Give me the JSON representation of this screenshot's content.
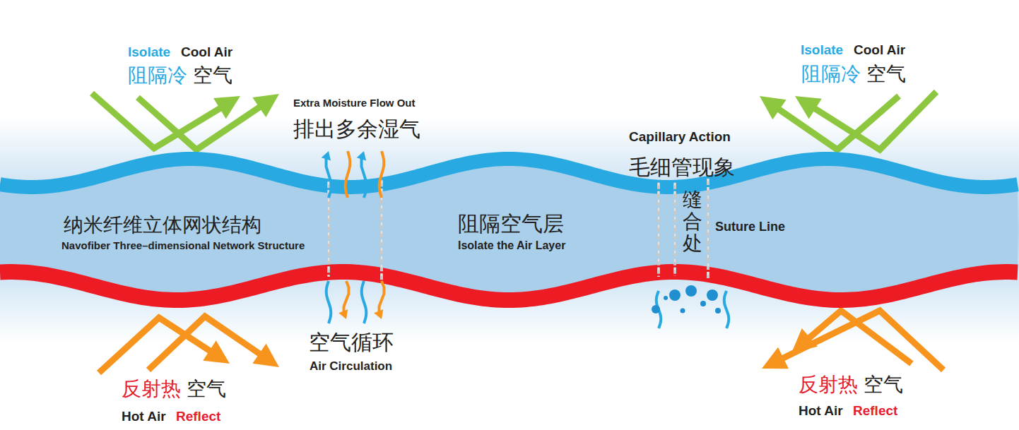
{
  "diagram": {
    "nodes": [
      {
        "text": [
          "纳米纤维立体网状结构",
          "Navofiber Three–dimensional Network Structure",
          "阻隔空气层",
          "Isolate the Air Layer",
          "缝合处",
          "Suture Line"
        ]
      }
    ],
    "labels": [
      "Isolate",
      "Cool Air",
      "阻隔冷",
      "空气",
      "Extra Moisture Flow Out",
      "排出多余湿气",
      "Capillary Action",
      "毛细管现象",
      "Isolate",
      "Cool Air",
      "阻隔冷",
      "空气",
      "空气循环",
      "Air Circulation",
      "反射热",
      "空气",
      "Hot Air",
      "Reflect",
      "反射热",
      "空气",
      "Hot Air",
      "Reflect"
    ]
  }
}
